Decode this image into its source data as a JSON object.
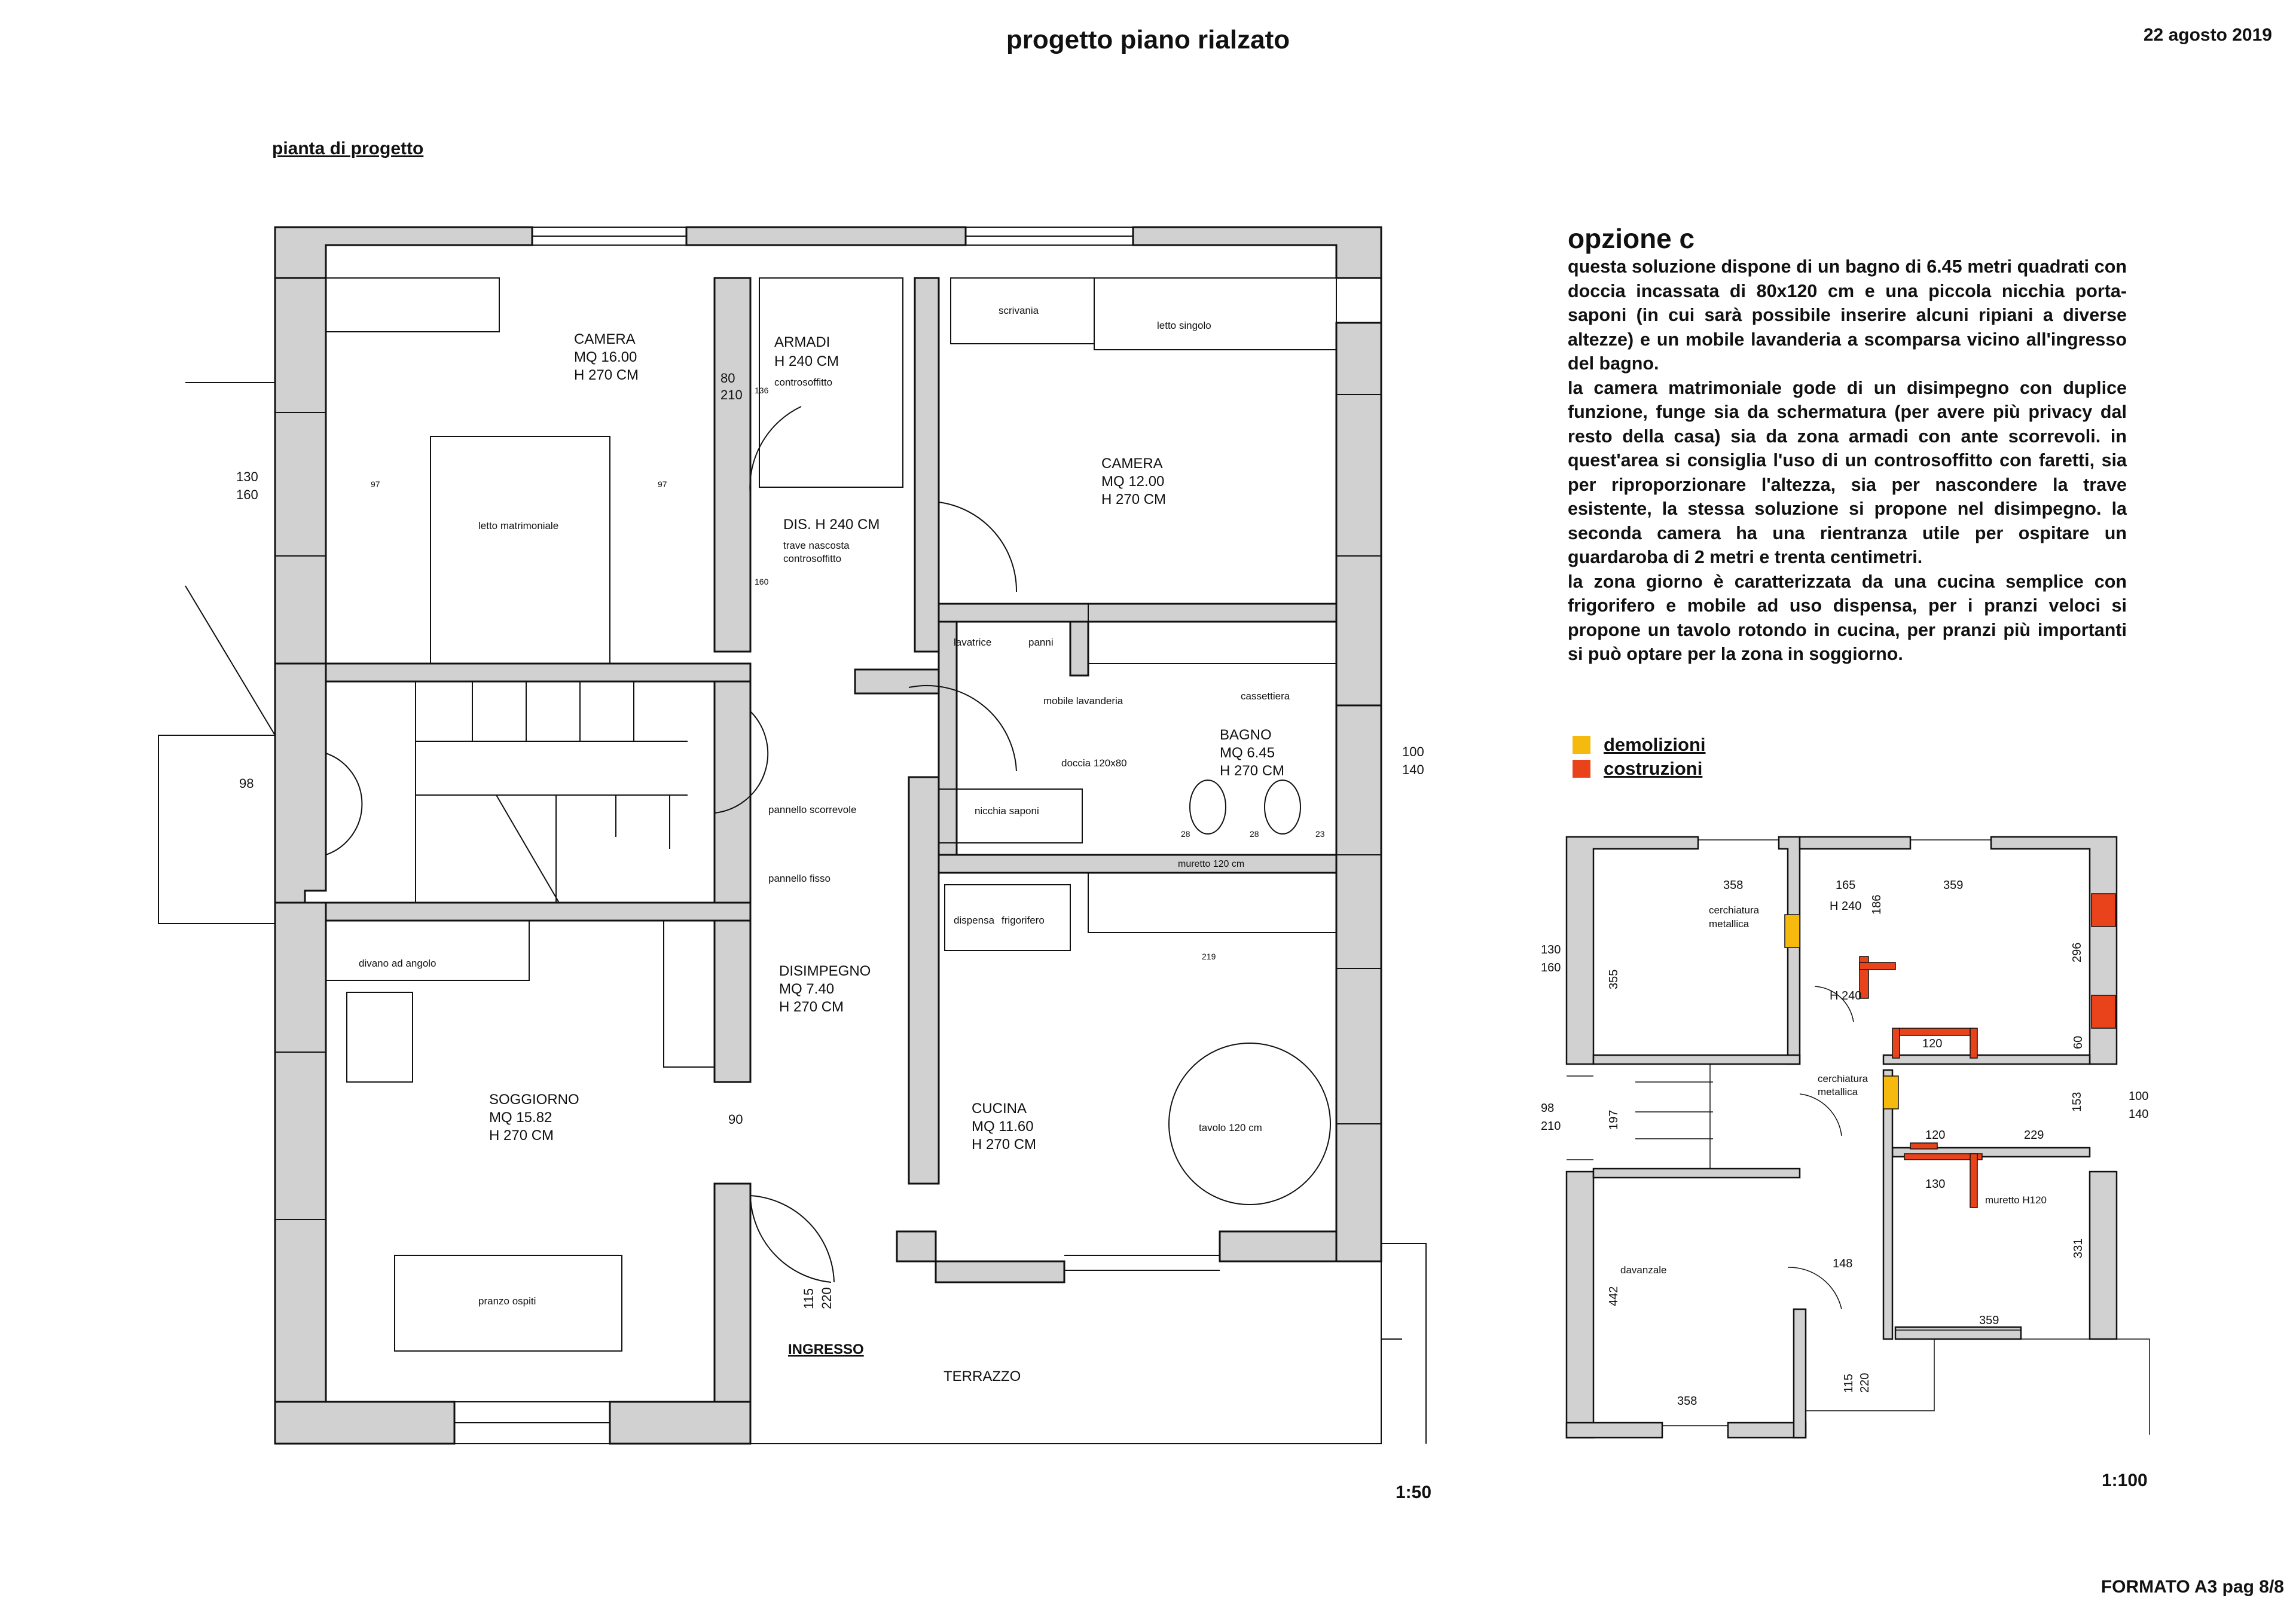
{
  "header": {
    "title": "progetto piano rialzato",
    "date": "22 agosto 2019",
    "subtitle": "pianta di progetto"
  },
  "option": {
    "title": "opzione c",
    "paragraphs": [
      "questa soluzione dispone di un bagno di 6.45 metri quadrati con doccia incassata di 80x120 cm e una piccola nicchia porta-saponi (in cui sarà possibile inserire alcuni ripiani a diverse altezze) e un mobile lavanderia a scomparsa vicino all'ingresso del bagno.",
      "la camera matrimoniale gode di un disimpegno con duplice funzione, funge sia da schermatura (per avere più privacy dal resto della casa) sia da zona armadi con ante scorrevoli. in quest'area si consiglia l'uso di un controsoffitto con faretti, sia per riproporzionare l'altezza, sia per nascondere la trave esistente, la stessa soluzione si propone nel disimpegno. la seconda camera ha una rientranza utile per ospitare un guardaroba di 2 metri e trenta centimetri.",
      "la zona giorno è caratterizzata da una cucina semplice con frigorifero e mobile ad uso dispensa, per i pranzi veloci si propone un tavolo rotondo in cucina, per pranzi più importanti si può optare per la zona in soggiorno."
    ]
  },
  "legend": [
    {
      "label": "demolizioni",
      "color": "#f6b90e"
    },
    {
      "label": "costruzioni",
      "color": "#e9431b"
    }
  ],
  "colors": {
    "wall": "#d1d1d1",
    "demolition": "#f6b90e",
    "construction": "#e9431b"
  },
  "plan_main": {
    "scale": "1:50",
    "labels": [
      "CAMERA",
      "MQ 16.00",
      "H 270 CM",
      "letto matrimoniale",
      "97",
      "97",
      "ARMADI",
      "H 240 CM",
      "controsoffitto",
      "136",
      "CAMERA",
      "MQ 12.00",
      "H 270 CM",
      "scrivania",
      "letto singolo",
      "DIS. H 240 CM",
      "trave nascosta",
      "controsoffitto",
      "160",
      "lavatrice",
      "panni",
      "mobile lavanderia",
      "cassettiera",
      "BAGNO",
      "MQ 6.45",
      "H 270 CM",
      "doccia 120x80",
      "28",
      "28",
      "23",
      "nicchia saponi",
      "muretto 120 cm",
      "dispensa",
      "frigorifero",
      "219",
      "pannello scorrevole",
      "pannello fisso",
      "DISIMPEGNO",
      "MQ 7.40",
      "H 270 CM",
      "divano ad angolo",
      "SOGGIORNO",
      "MQ 15.82",
      "H 270 CM",
      "pranzo ospiti",
      "CUCINA",
      "MQ 11.60",
      "H 270 CM",
      "tavolo 120 cm",
      "INGRESSO",
      "TERRAZZO",
      "130",
      "160",
      "80",
      "210",
      "98",
      "90",
      "100",
      "140",
      "115",
      "220"
    ]
  },
  "plan_small": {
    "scale": "1:100",
    "labels": [
      "358",
      "165",
      "186",
      "359",
      "cerchiatura",
      "metallica",
      "355",
      "H 240",
      "296",
      "H 240",
      "120",
      "60",
      "153",
      "cerchiatura",
      "metallica",
      "197",
      "120",
      "229",
      "130",
      "muretto H120",
      "148",
      "davanzale",
      "442",
      "331",
      "359",
      "358",
      "130",
      "160",
      "98",
      "210",
      "100",
      "140",
      "115",
      "220"
    ]
  },
  "footer": "FORMATO A3 pag 8/8"
}
